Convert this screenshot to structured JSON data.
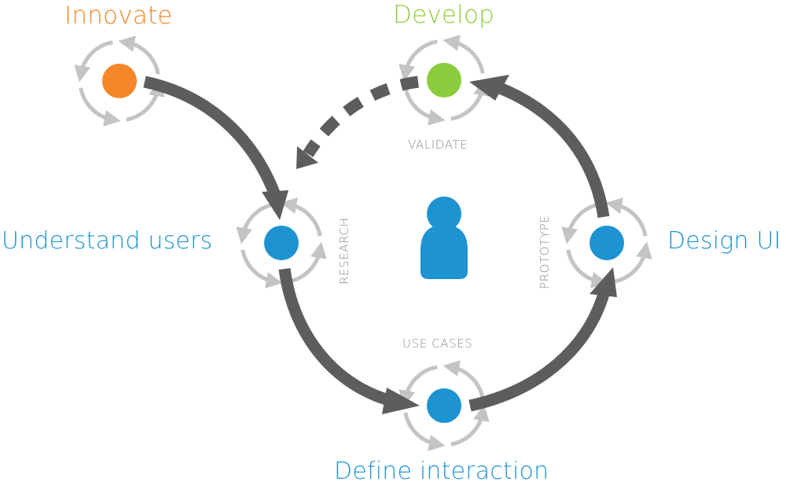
{
  "diagram": {
    "colors": {
      "innovate": "#f5872a",
      "develop": "#8ccc3c",
      "user_stage": "#1e93d2",
      "flow_arrow": "#5d5d5d",
      "cycle_ring": "#c4c4c4",
      "tag_text": "#8a8a8a"
    },
    "stages": {
      "innovate": {
        "label": "Innovate"
      },
      "develop": {
        "label": "Develop"
      },
      "understand": {
        "label": "Understand users"
      },
      "design": {
        "label": "Design UI"
      },
      "define": {
        "label": "Define interaction"
      }
    },
    "activities": {
      "validate": "VALIDATE",
      "research": "RESEARCH",
      "prototype": "PROTOTYPE",
      "use_cases": "USE CASES"
    },
    "center_icon": "user-icon",
    "flows": [
      {
        "from": "Innovate",
        "to": "Understand users",
        "style": "solid"
      },
      {
        "from": "Understand users",
        "to": "Define interaction",
        "style": "solid"
      },
      {
        "from": "Define interaction",
        "to": "Design UI",
        "style": "solid"
      },
      {
        "from": "Design UI",
        "to": "Develop",
        "style": "solid"
      },
      {
        "from": "Develop",
        "to": "Understand users",
        "style": "dashed"
      }
    ]
  }
}
